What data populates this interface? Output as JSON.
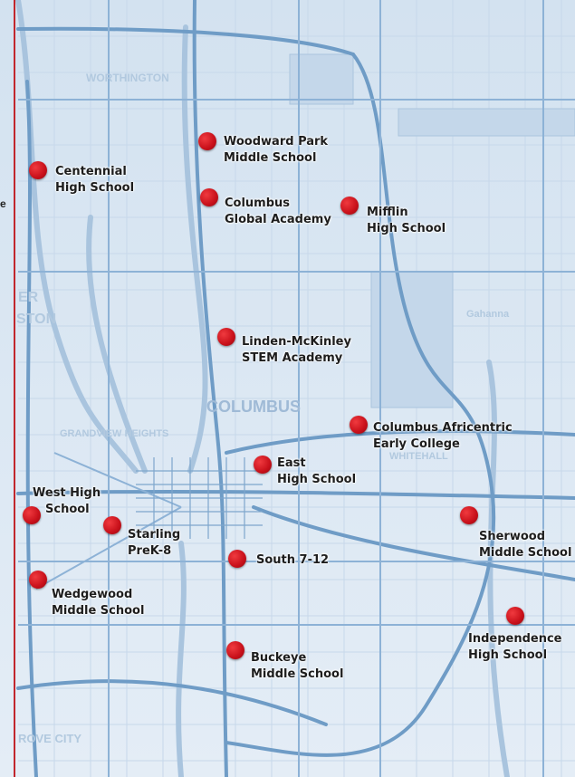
{
  "map": {
    "place_labels": [
      "WORTHINGTON",
      "COLUMBUS",
      "GRANDVIEW HEIGHTS",
      "Gahanna",
      "WHITEHALL",
      "ROVE CITY",
      "ER",
      "STON"
    ],
    "colors": {
      "marker": "#d0121b",
      "frame": "#c1272d",
      "road": "#6f9cc6",
      "water": "#b5cde2",
      "background": "#dbe7f3"
    },
    "edge_glyph": "e"
  },
  "schools": [
    {
      "line1": "Woodward Park",
      "line2": "Middle School"
    },
    {
      "line1": "Centennial",
      "line2": "High School"
    },
    {
      "line1": "Columbus",
      "line2": "Global Academy"
    },
    {
      "line1": "Mifflin",
      "line2": "High School"
    },
    {
      "line1": "Linden-McKinley",
      "line2": "STEM Academy"
    },
    {
      "line1": "Columbus Africentric",
      "line2": "Early College"
    },
    {
      "line1": "East",
      "line2": "High School"
    },
    {
      "line1": "West High",
      "line2": "School"
    },
    {
      "line1": "Starling",
      "line2": "PreK-8"
    },
    {
      "line1": "South 7-12",
      "line2": ""
    },
    {
      "line1": "Sherwood",
      "line2": "Middle School"
    },
    {
      "line1": "Wedgewood",
      "line2": "Middle School"
    },
    {
      "line1": "Independence",
      "line2": "High School"
    },
    {
      "line1": "Buckeye",
      "line2": "Middle School"
    }
  ]
}
